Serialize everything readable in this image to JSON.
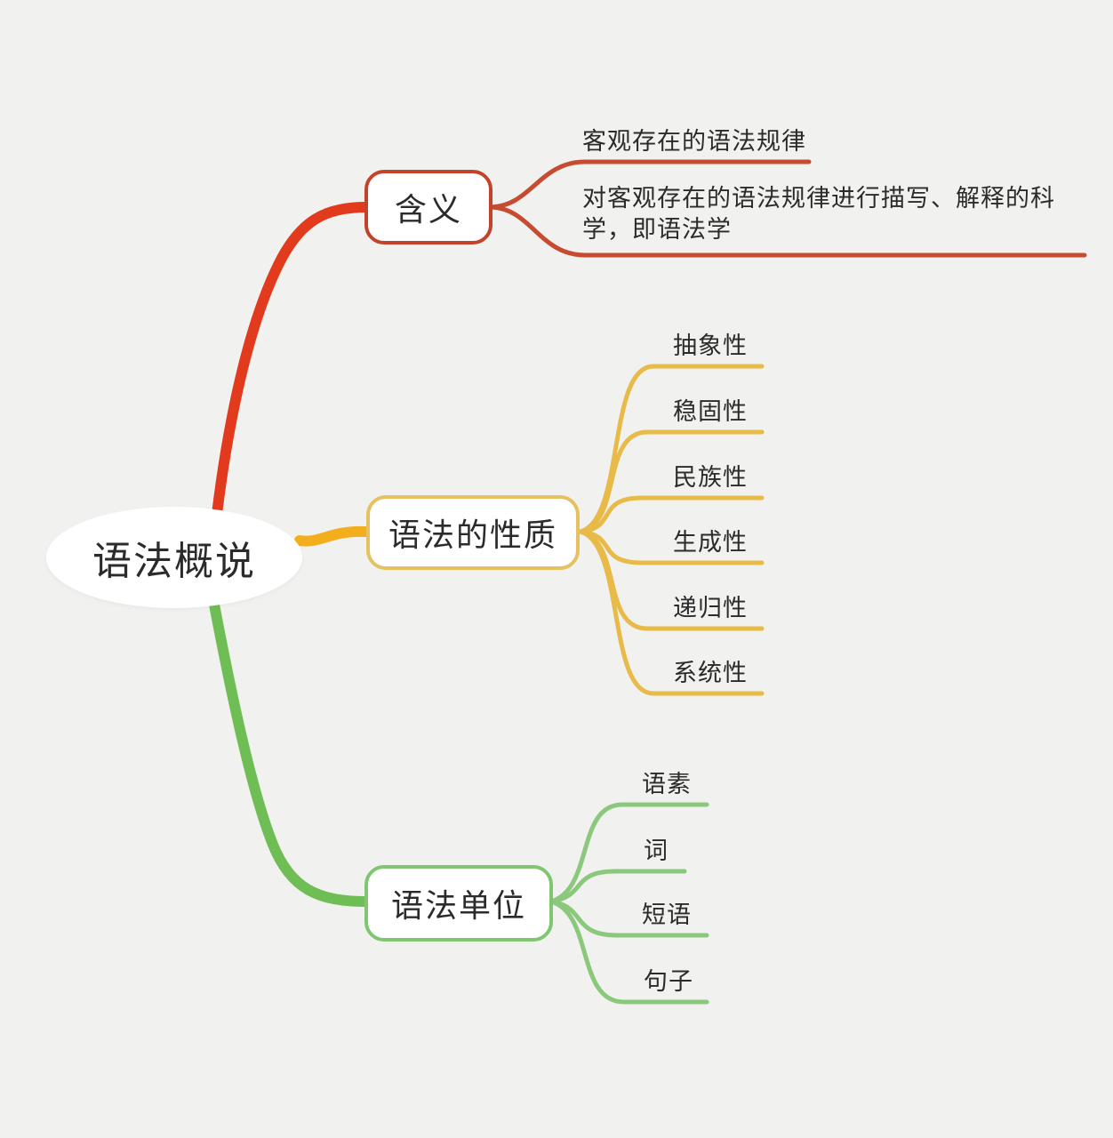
{
  "root": {
    "label": "语法概说"
  },
  "colors": {
    "background": "#f1f1ef",
    "text": "#2b2b2b",
    "red_trunk": "#e23a1d",
    "red_line": "#c74b30",
    "red_border": "#c2432a",
    "yellow_trunk": "#f2ae1c",
    "yellow_line": "#e8ba48",
    "yellow_border": "#e6c161",
    "green_trunk": "#6fbe55",
    "green_line": "#8cc87c",
    "green_border": "#80c671"
  },
  "branches": [
    {
      "id": "meaning",
      "label": "含义",
      "children": [
        {
          "label": "客观存在的语法规律"
        },
        {
          "label": "对客观存在的语法规律进行描写、解释的科学，即语法学"
        }
      ]
    },
    {
      "id": "nature",
      "label": "语法的性质",
      "children": [
        {
          "label": "抽象性"
        },
        {
          "label": "稳固性"
        },
        {
          "label": "民族性"
        },
        {
          "label": "生成性"
        },
        {
          "label": "递归性"
        },
        {
          "label": "系统性"
        }
      ]
    },
    {
      "id": "units",
      "label": "语法单位",
      "children": [
        {
          "label": "语素"
        },
        {
          "label": "词"
        },
        {
          "label": "短语"
        },
        {
          "label": "句子"
        }
      ]
    }
  ]
}
